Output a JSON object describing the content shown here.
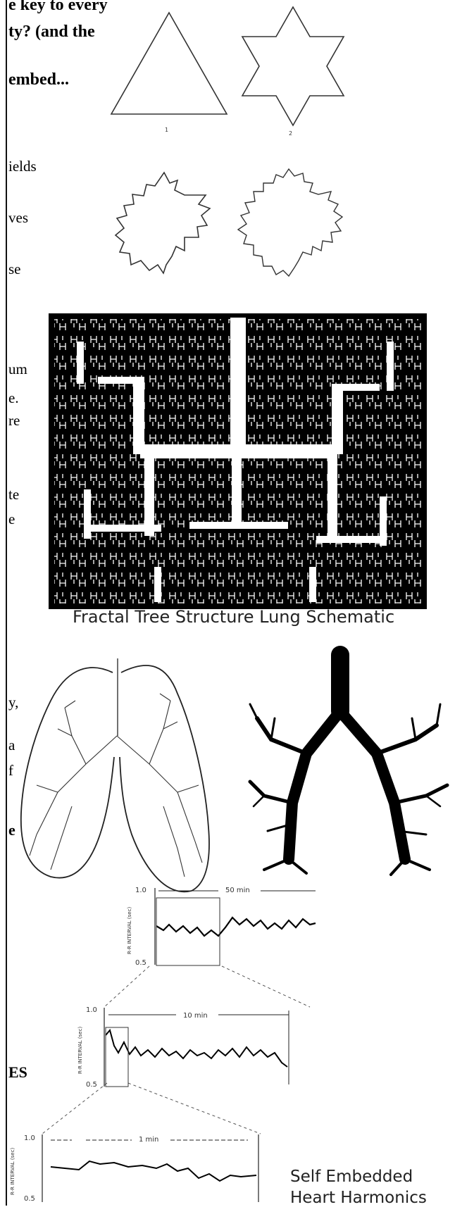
{
  "left_column": {
    "lines": [
      "e key to every",
      "ty? (and the",
      "embed...",
      "ields",
      "ves",
      "se",
      "um",
      "e.",
      "re",
      "te",
      "e",
      "y,",
      "a",
      "f",
      "e",
      "ES"
    ]
  },
  "koch": {
    "stage_labels": [
      "1",
      "2"
    ]
  },
  "lung": {
    "caption": "Fractal Tree Structure Lung Schematic"
  },
  "heart": {
    "panel1": {
      "ytop": "1.0",
      "ybot": "0.5",
      "span": "50 min",
      "ylabel": "R-R INTERVAL (sec)"
    },
    "panel2": {
      "ytop": "1.0",
      "ybot": "0.5",
      "span": "10 min",
      "ylabel": "R-R INTERVAL (sec)"
    },
    "panel3": {
      "ytop": "1.0",
      "ybot": "0.5",
      "span": "1 min",
      "ylabel": "R-R INTERVAL (sec)"
    },
    "caption_line1": "Self Embedded",
    "caption_line2": "Heart Harmonics"
  }
}
